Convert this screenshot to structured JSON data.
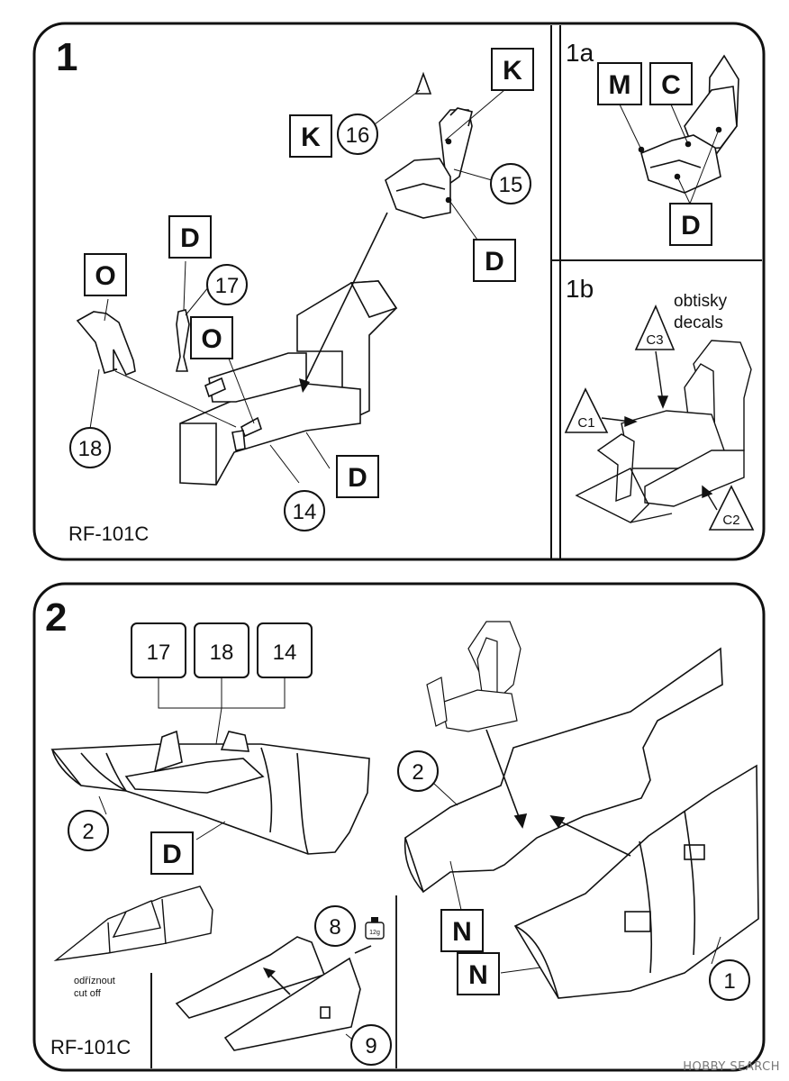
{
  "panel1": {
    "step": "1",
    "model": "RF-101C",
    "boxes": {
      "k_top": "K",
      "k_left": "K",
      "d_seat": "D",
      "d_rod": "D",
      "o_rod": "O",
      "o_left": "O",
      "d_tub": "D"
    },
    "parts": {
      "p16": "16",
      "p15": "15",
      "p17": "17",
      "p18": "18",
      "p14": "14"
    }
  },
  "panel1a": {
    "step": "1a",
    "boxes": {
      "m": "M",
      "c": "C",
      "d": "D"
    }
  },
  "panel1b": {
    "step": "1b",
    "note_cz": "obtisky",
    "note_en": "decals",
    "decals": {
      "c1": "C1",
      "c2": "C2",
      "c3": "C3"
    }
  },
  "panel2": {
    "step": "2",
    "model": "RF-101C",
    "top_boxes": [
      "17",
      "18",
      "14"
    ],
    "boxes": {
      "d": "D",
      "n_upper": "N",
      "n_lower": "N"
    },
    "parts": {
      "p2_left": "2",
      "p2_right": "2",
      "p8": "8",
      "p9": "9",
      "p1": "1"
    },
    "cut_cz": "odříznout",
    "cut_en": "cut off",
    "glue": "12g"
  },
  "watermark": "HOBBY SEARCH"
}
